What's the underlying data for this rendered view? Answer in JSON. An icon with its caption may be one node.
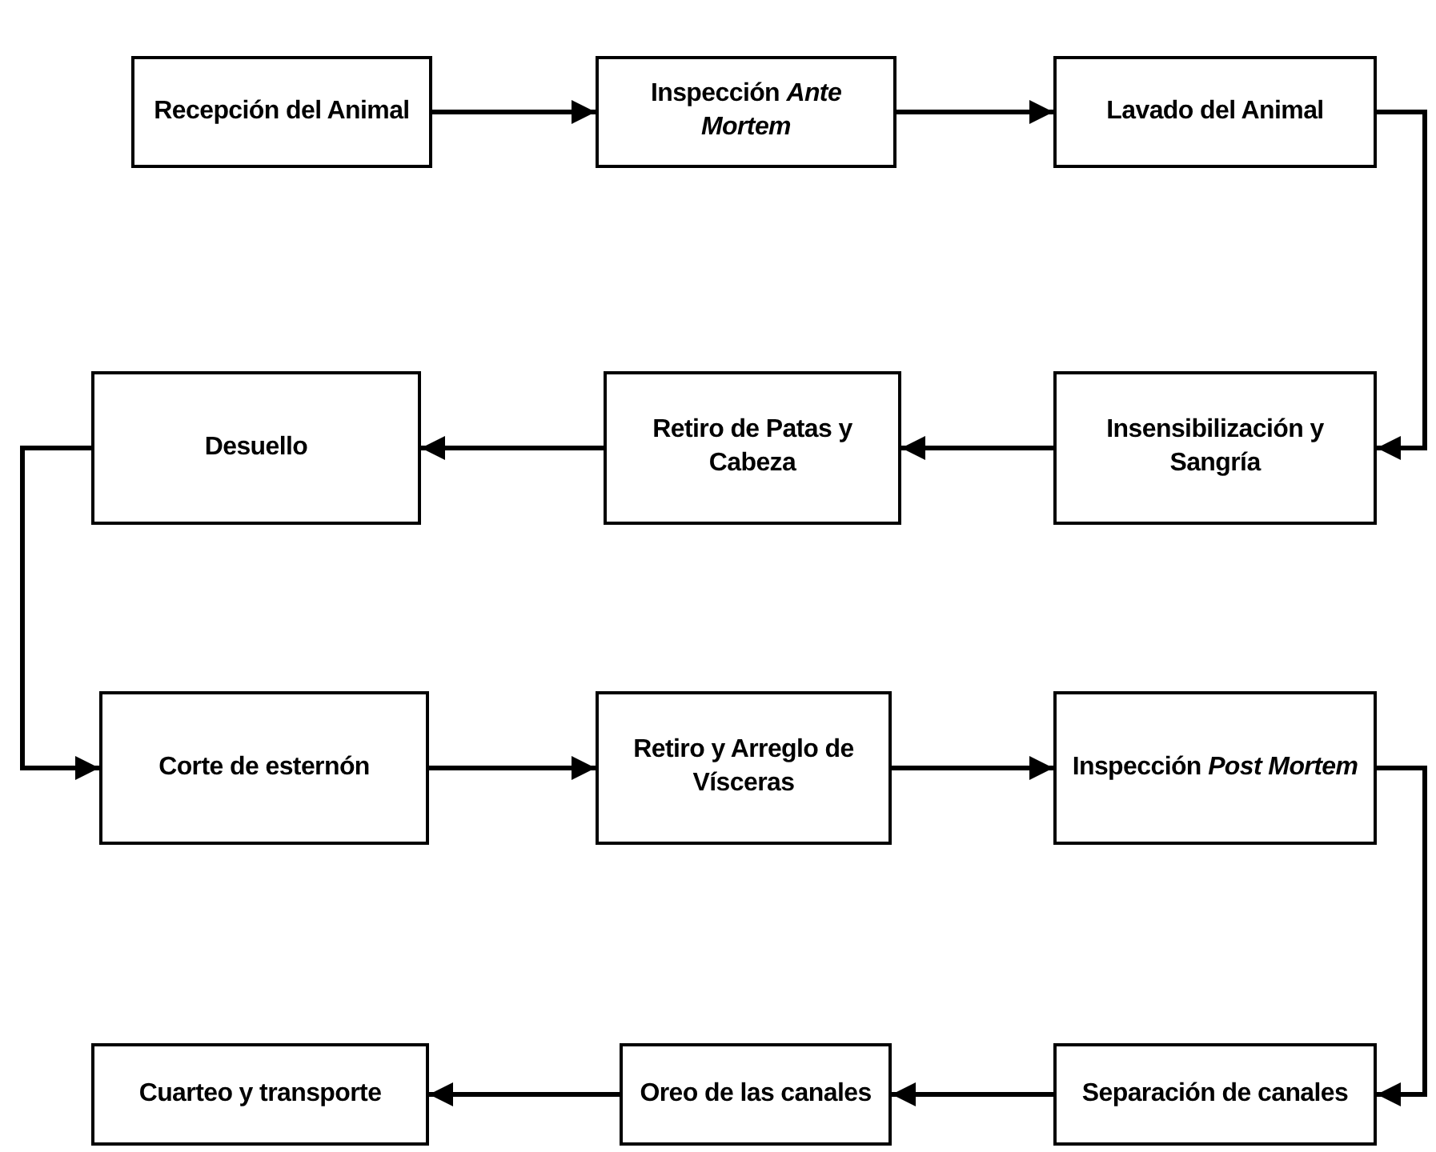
{
  "diagram": {
    "nodes": [
      {
        "text": [
          "Recepción del Animal"
        ]
      },
      {
        "text": [
          "Inspección *Ante Mortem*"
        ]
      },
      {
        "text": [
          "Lavado del Animal"
        ]
      },
      {
        "text": [
          "Desuello"
        ]
      },
      {
        "text": [
          "Retiro de Patas y Cabeza"
        ]
      },
      {
        "text": [
          "Insensibilización y Sangría"
        ]
      },
      {
        "text": [
          "Corte de esternón"
        ]
      },
      {
        "text": [
          "Retiro y Arreglo de Vísceras"
        ]
      },
      {
        "text": [
          "Inspección *Post Mortem*"
        ]
      },
      {
        "text": [
          "Cuarteo y transporte"
        ]
      },
      {
        "text": [
          "Oreo de las canales"
        ]
      },
      {
        "text": [
          "Separación de canales"
        ]
      }
    ],
    "edges": [
      {
        "from": 0,
        "to": 1,
        "arrow": "to"
      },
      {
        "from": 1,
        "to": 2,
        "arrow": "to"
      },
      {
        "from": 2,
        "to": 5,
        "arrow": "to"
      },
      {
        "from": 5,
        "to": 4,
        "arrow": "to"
      },
      {
        "from": 4,
        "to": 3,
        "arrow": "to"
      },
      {
        "from": 3,
        "to": 6,
        "arrow": "to"
      },
      {
        "from": 6,
        "to": 7,
        "arrow": "to"
      },
      {
        "from": 7,
        "to": 8,
        "arrow": "to"
      },
      {
        "from": 8,
        "to": 11,
        "arrow": "to"
      },
      {
        "from": 11,
        "to": 10,
        "arrow": "to"
      },
      {
        "from": 10,
        "to": 9,
        "arrow": "to"
      }
    ]
  }
}
